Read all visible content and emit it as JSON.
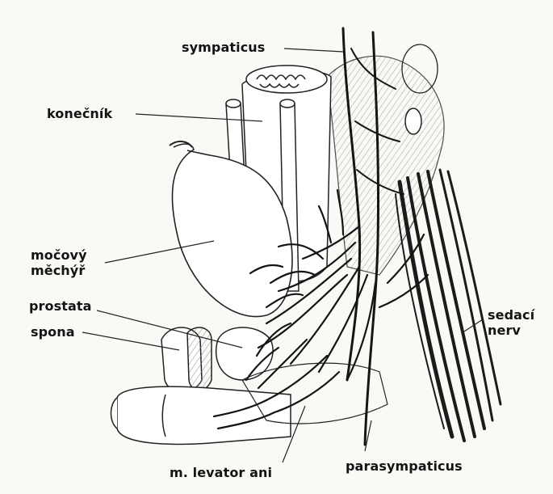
{
  "labels": {
    "sympaticus": "sympaticus",
    "konecnik": "konečník",
    "mocovy_mechyr_1": "močový",
    "mocovy_mechyr_2": "měchýř",
    "prostata": "prostata",
    "spona": "spona",
    "sedaci_nerv_1": "sedací",
    "sedaci_nerv_2": "nerv",
    "levator_ani": "m. levator ani",
    "parasympaticus": "parasympaticus"
  },
  "colors": {
    "ink": "#141414",
    "paper": "#fbf9f6",
    "shade": "#8a8a8a"
  }
}
